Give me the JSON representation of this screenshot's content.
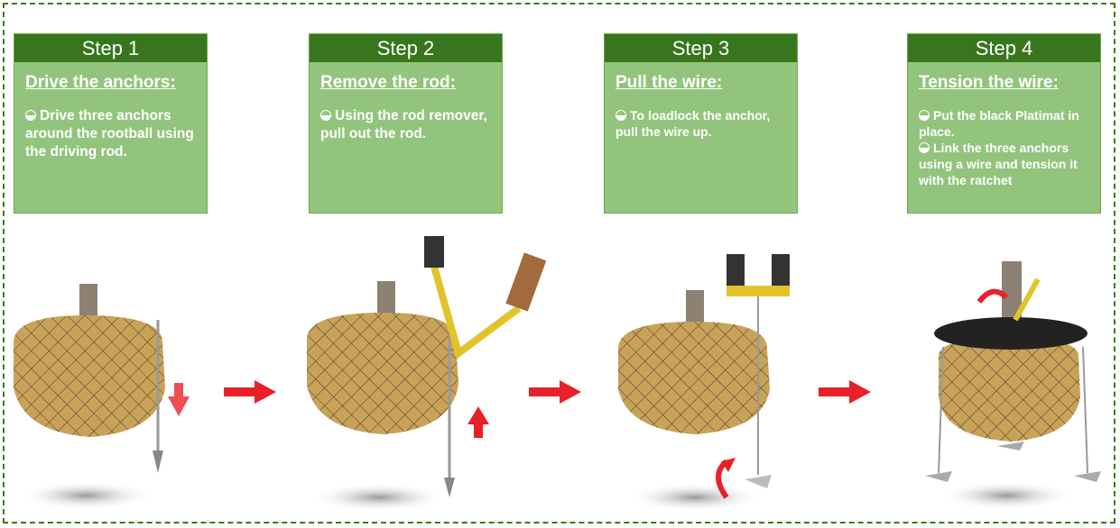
{
  "steps": [
    {
      "header": "Step 1",
      "title": "Drive the anchors:",
      "bullets": [
        "Drive three anchors around the rootball using the driving rod."
      ]
    },
    {
      "header": "Step 2",
      "title": "Remove the rod:",
      "bullets": [
        "Using the rod remover, pull out the rod."
      ]
    },
    {
      "header": "Step 3",
      "title": "Pull the wire:",
      "bullets": [
        "To loadlock the anchor, pull the wire up."
      ]
    },
    {
      "header": "Step 4",
      "title": "Tension the wire:",
      "bullets": [
        "Put the black Platimat in place.",
        "Link the three anchors using a wire and tension it with the ratchet"
      ]
    }
  ],
  "colors": {
    "header": "#38761d",
    "card": "#93c47d",
    "arrow": "#e8202a",
    "rootball": "#c9a25a",
    "border": "#3a7a1e"
  }
}
